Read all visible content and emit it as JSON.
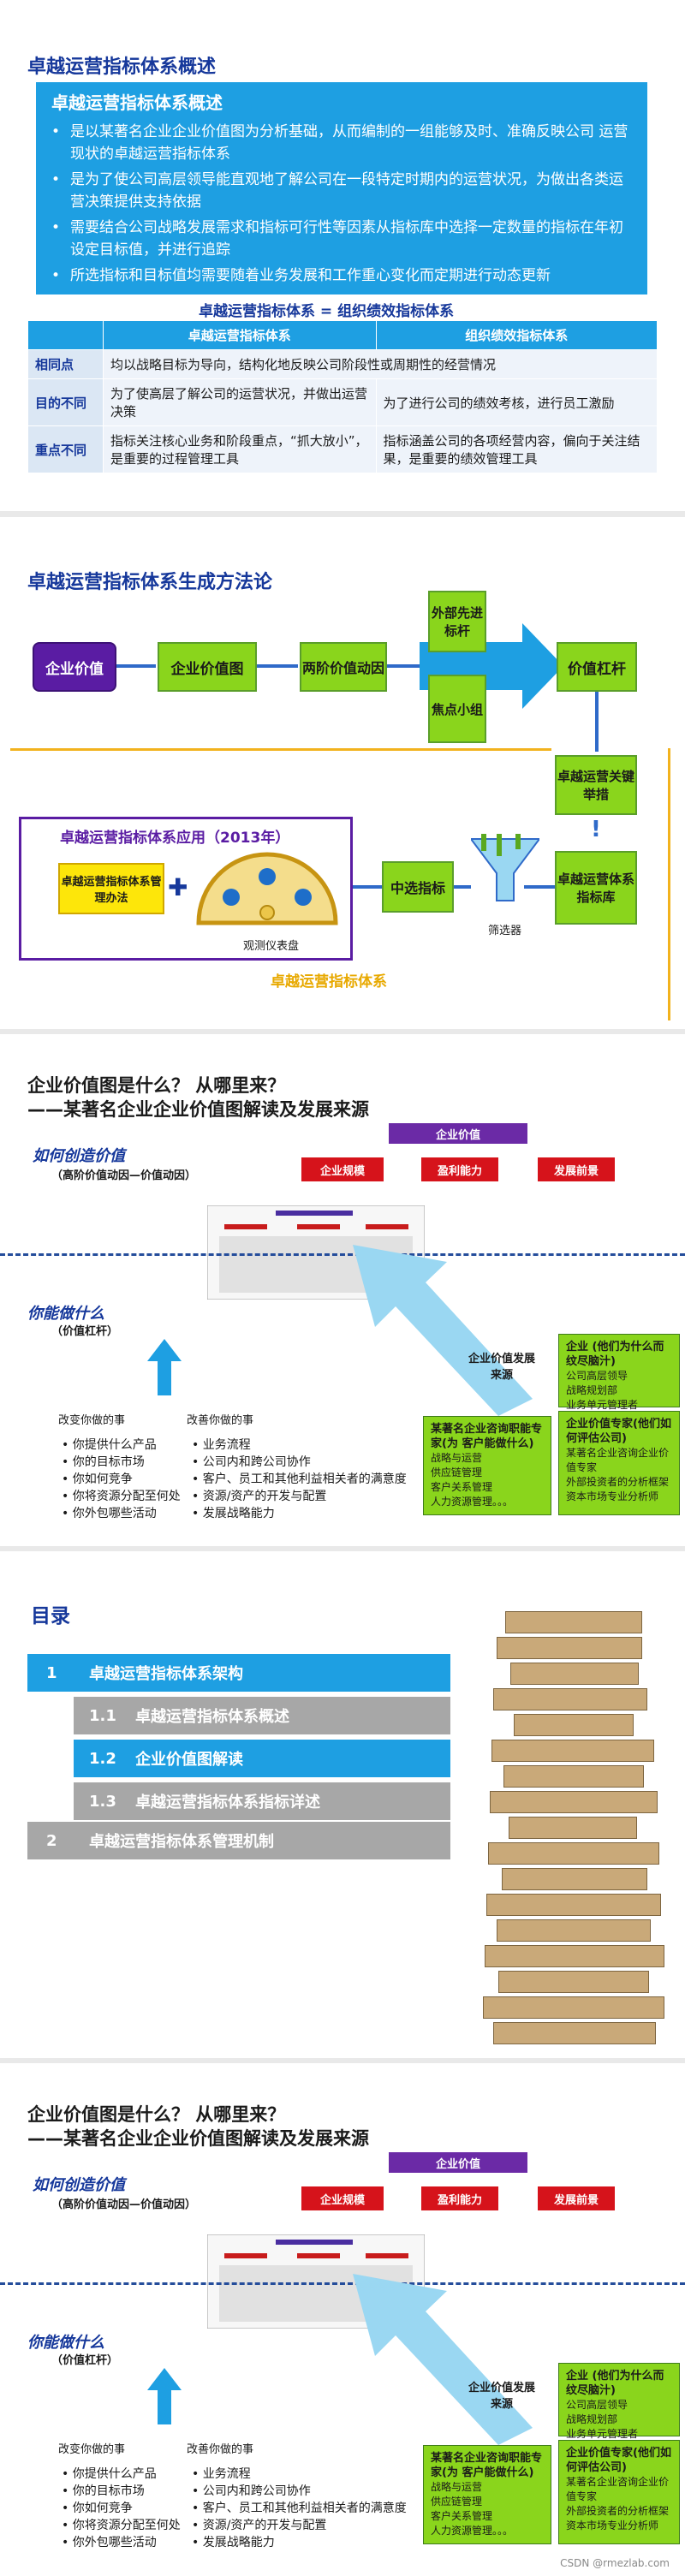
{
  "slide1": {
    "title": "卓越运营指标体系概述",
    "panel_heading": "卓越运营指标体系概述",
    "bullets": [
      "是以某著名企业企业价值图为分析基础，从而编制的一组能够及时、准确反映公司 运营现状的卓越运营指标体系",
      "是为了使公司高层领导能直观地了解公司在一段特定时期内的运营状况，为做出各类运营决策提供支持依据",
      "需要结合公司战略发展需求和指标可行性等因素从指标库中选择一定数量的指标在年初设定目标值，并进行追踪",
      "所选指标和目标值均需要随着业务发展和工作重心变化而定期进行动态更新"
    ],
    "table_caption": "卓越运营指标体系 = 组织绩效指标体系",
    "table_headers": [
      "",
      "卓越运营指标体系",
      "组织绩效指标体系"
    ],
    "rows": [
      {
        "label": "相同点",
        "a": "均以战略目标为导向，结构化地反映公司阶段性或周期性的经营情况",
        "b": ""
      },
      {
        "label": "目的不同",
        "a": "为了使高层了解公司的运营状况，并做出运营决策",
        "b": "为了进行公司的绩效考核，进行员工激励"
      },
      {
        "label": "重点不同",
        "a": "指标关注核心业务和阶段重点，“抓大放小”，是重要的过程管理工具",
        "b": "指标涵盖公司的各项经营内容，偏向于关注结果，是重要的绩效管理工具"
      }
    ]
  },
  "slide2": {
    "title": "卓越运营指标体系生成方法论",
    "b_enterprise": "企业价值",
    "b_map": "企业价值图",
    "b_two": "两阶价值动因",
    "b_ext": "外部先进标杆",
    "b_focus": "焦点小组",
    "b_lever": "价值杠杆",
    "b_key": "卓越运营关键举措",
    "b_lib": "卓越运营体系指标库",
    "filter": "筛选器",
    "b_select": "中选指标",
    "app_title": "卓越运营指标体系应用（2013年）",
    "b_mgmt": "卓越运营指标体系管理办法",
    "gauge": "观测仪表盘",
    "bottom": "卓越运营指标体系"
  },
  "slide3": {
    "title1": "企业价值图是什么？ 从哪里来？",
    "title2": "——某著名企业企业价值图解读及发展来源",
    "how1": "如何创造价值",
    "how1s": "（高阶价值动因—价值动因）",
    "how2": "你能做什么",
    "how2s": "（价值杠杆）",
    "top_node": "企业价值",
    "red_nodes": [
      "企业规模",
      "盈利能力",
      "发展前景"
    ],
    "arrow_label": "企业价值发展来源",
    "panel_a_h": "企业 (他们为什么而纹尽脑汁)",
    "panel_a": [
      "公司高层领导",
      "战略规划部",
      "业务单元管理者"
    ],
    "panel_b_h": "企业价值专家(他们如何评估公司)",
    "panel_b": [
      "某著名企业咨询企业价值专家",
      "外部投资者的分析框架",
      "资本市场专业分析师"
    ],
    "panel_c_h": "某著名企业咨询职能专家(为 客户能做什么)",
    "panel_c": [
      "战略与运营",
      "供应链管理",
      "客户关系管理",
      "人力资源管理。。。"
    ],
    "change_h1": "改变你做的事",
    "change_h2": "改善你做的事",
    "list1": [
      "你提供什么产品",
      "你的目标市场",
      "你如何竞争",
      "你将资源分配至何处",
      "你外包哪些活动"
    ],
    "list2": [
      "业务流程",
      "公司内和跨公司协作",
      "客户、员工和其他利益相关者的满意度",
      "资源/资产的开发与配置",
      "发展战略能力"
    ]
  },
  "slide4": {
    "title": "目录",
    "items": [
      {
        "num": "1",
        "label": "卓越运营指标体系架构"
      },
      {
        "num": "1.1",
        "label": "卓越运营指标体系概述"
      },
      {
        "num": "1.2",
        "label": "企业价值图解读"
      },
      {
        "num": "1.3",
        "label": "卓越运营指标体系指标详述"
      },
      {
        "num": "2",
        "label": "卓越运营指标体系管理机制"
      }
    ]
  },
  "footer": "CSDN @rmezlab.com"
}
